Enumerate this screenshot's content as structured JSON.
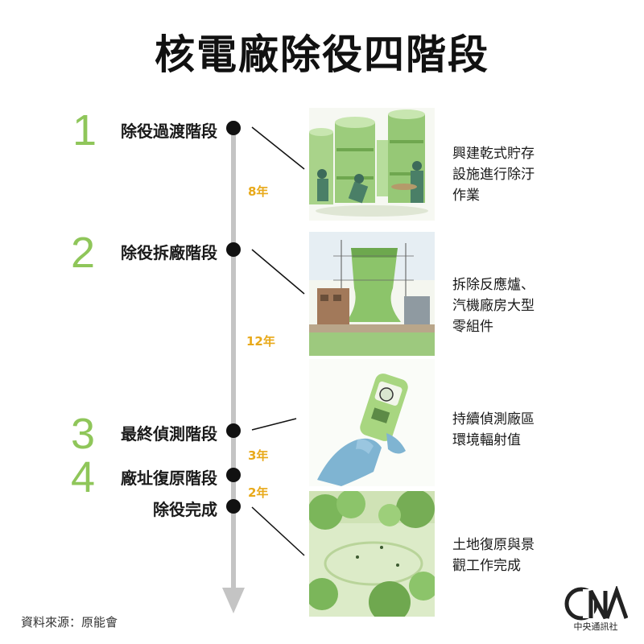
{
  "title": "核電廠除役四階段",
  "stages": [
    {
      "num": "1",
      "label": "除役過渡階段"
    },
    {
      "num": "2",
      "label": "除役拆廠階段"
    },
    {
      "num": "3",
      "label": "最終偵測階段"
    },
    {
      "num": "4",
      "label": "廠址復原階段"
    },
    {
      "num": "",
      "label": "除役完成"
    }
  ],
  "durations": [
    "8年",
    "12年",
    "3年",
    "2年"
  ],
  "descriptions": [
    [
      "興建乾式貯存",
      "設施進行除汙",
      "作業"
    ],
    [
      "拆除反應爐、",
      "汽機廠房大型",
      "零組件"
    ],
    [
      "持續偵測廠區",
      "環境輻射值"
    ],
    [
      "土地復原與景",
      "觀工作完成"
    ]
  ],
  "source": "資料來源：原能會",
  "logo": {
    "text": "中央通訊社",
    "icon": "cna-logo-icon"
  },
  "colors": {
    "accent_green": "#8fc65a",
    "duration_gold": "#e8a91a",
    "timeline_gray": "#c4c4c4"
  }
}
